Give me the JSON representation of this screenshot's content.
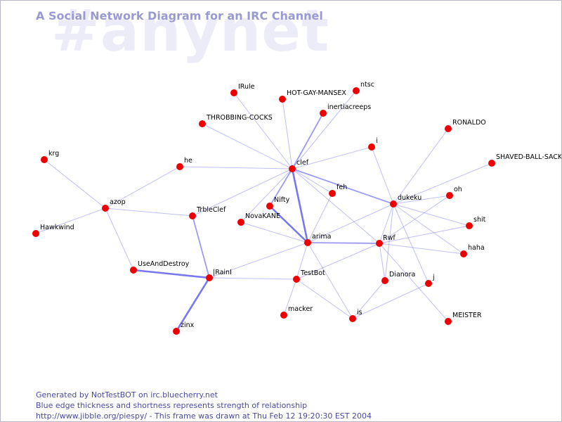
{
  "watermark": "#anynet",
  "title": "A Social Network Diagram for an IRC Channel",
  "footer": {
    "line1": "Generated by NotTestBOT on irc.bluecherry.net",
    "line2": "Blue edge thickness and shortness represents strength of relationship",
    "line3": "http://www.jibble.org/piespy/ - This frame was drawn at Thu Feb 12 19:20:30 EST 2004"
  },
  "colors": {
    "node": "#ee0000",
    "edge": "#7070ee",
    "title": "#9a9ad2",
    "footer": "#4a4aa0",
    "watermark": "#ececf8"
  },
  "nodes": [
    {
      "id": "clef",
      "label": "clef"
    },
    {
      "id": "arima",
      "label": "arima"
    },
    {
      "id": "dukeku",
      "label": "dukeku"
    },
    {
      "id": "rwf",
      "label": "Rwf"
    },
    {
      "id": "raini",
      "label": "|RainI"
    },
    {
      "id": "testbot",
      "label": "TestBot"
    },
    {
      "id": "azop",
      "label": "azop"
    },
    {
      "id": "useanddestroy",
      "label": "UseAndDestroy"
    },
    {
      "id": "zinx",
      "label": "zinx"
    },
    {
      "id": "trbleclef",
      "label": "TrbleClef"
    },
    {
      "id": "he",
      "label": "he"
    },
    {
      "id": "krg",
      "label": "krg"
    },
    {
      "id": "hawkwind",
      "label": "Hawkwind"
    },
    {
      "id": "irule",
      "label": "IRule"
    },
    {
      "id": "hotgay",
      "label": "HOT-GAY-MANSEX"
    },
    {
      "id": "ntsc",
      "label": "ntsc"
    },
    {
      "id": "inertiacreeps",
      "label": "inertiacreeps"
    },
    {
      "id": "throbbing",
      "label": "THROBBING-COCKS"
    },
    {
      "id": "i",
      "label": "i"
    },
    {
      "id": "ronaldo",
      "label": "RONALDO"
    },
    {
      "id": "shaved",
      "label": "SHAVED-BALL-SACK"
    },
    {
      "id": "oh",
      "label": "oh"
    },
    {
      "id": "shit",
      "label": "shit"
    },
    {
      "id": "haha",
      "label": "haha"
    },
    {
      "id": "feh",
      "label": "feh"
    },
    {
      "id": "nifty",
      "label": "Nifty"
    },
    {
      "id": "novakane",
      "label": "NovaKANE"
    },
    {
      "id": "dianora",
      "label": "Dianora"
    },
    {
      "id": "j",
      "label": "j"
    },
    {
      "id": "is",
      "label": "is"
    },
    {
      "id": "macker",
      "label": "macker"
    },
    {
      "id": "meister",
      "label": "MEISTER"
    }
  ],
  "edges": [
    {
      "from": "clef",
      "to": "irule",
      "weight": 1
    },
    {
      "from": "clef",
      "to": "hotgay",
      "weight": 1
    },
    {
      "from": "clef",
      "to": "ntsc",
      "weight": 1
    },
    {
      "from": "clef",
      "to": "inertiacreeps",
      "weight": 2
    },
    {
      "from": "clef",
      "to": "throbbing",
      "weight": 1
    },
    {
      "from": "clef",
      "to": "i",
      "weight": 1
    },
    {
      "from": "clef",
      "to": "he",
      "weight": 1
    },
    {
      "from": "clef",
      "to": "trbleclef",
      "weight": 1
    },
    {
      "from": "clef",
      "to": "feh",
      "weight": 1
    },
    {
      "from": "clef",
      "to": "dukeku",
      "weight": 2
    },
    {
      "from": "clef",
      "to": "nifty",
      "weight": 2
    },
    {
      "from": "clef",
      "to": "novakane",
      "weight": 1
    },
    {
      "from": "clef",
      "to": "arima",
      "weight": 3
    },
    {
      "from": "clef",
      "to": "rwf",
      "weight": 1
    },
    {
      "from": "nifty",
      "to": "arima",
      "weight": 3
    },
    {
      "from": "novakane",
      "to": "arima",
      "weight": 1
    },
    {
      "from": "feh",
      "to": "arima",
      "weight": 1
    },
    {
      "from": "arima",
      "to": "dukeku",
      "weight": 1
    },
    {
      "from": "arima",
      "to": "rwf",
      "weight": 2
    },
    {
      "from": "arima",
      "to": "testbot",
      "weight": 1
    },
    {
      "from": "arima",
      "to": "raini",
      "weight": 1
    },
    {
      "from": "arima",
      "to": "is",
      "weight": 1
    },
    {
      "from": "dukeku",
      "to": "i",
      "weight": 1
    },
    {
      "from": "dukeku",
      "to": "ronaldo",
      "weight": 1
    },
    {
      "from": "dukeku",
      "to": "shaved",
      "weight": 1
    },
    {
      "from": "dukeku",
      "to": "oh",
      "weight": 1
    },
    {
      "from": "dukeku",
      "to": "shit",
      "weight": 1
    },
    {
      "from": "dukeku",
      "to": "haha",
      "weight": 1
    },
    {
      "from": "dukeku",
      "to": "rwf",
      "weight": 1
    },
    {
      "from": "dukeku",
      "to": "dianora",
      "weight": 1
    },
    {
      "from": "dukeku",
      "to": "j",
      "weight": 1
    },
    {
      "from": "rwf",
      "to": "oh",
      "weight": 1
    },
    {
      "from": "rwf",
      "to": "shit",
      "weight": 1
    },
    {
      "from": "rwf",
      "to": "haha",
      "weight": 1
    },
    {
      "from": "rwf",
      "to": "dianora",
      "weight": 1
    },
    {
      "from": "rwf",
      "to": "meister",
      "weight": 1
    },
    {
      "from": "rwf",
      "to": "testbot",
      "weight": 1
    },
    {
      "from": "dianora",
      "to": "is",
      "weight": 1
    },
    {
      "from": "j",
      "to": "is",
      "weight": 1
    },
    {
      "from": "testbot",
      "to": "raini",
      "weight": 1
    },
    {
      "from": "testbot",
      "to": "macker",
      "weight": 1
    },
    {
      "from": "testbot",
      "to": "is",
      "weight": 1
    },
    {
      "from": "raini",
      "to": "zinx",
      "weight": 3
    },
    {
      "from": "raini",
      "to": "useanddestroy",
      "weight": 3
    },
    {
      "from": "raini",
      "to": "trbleclef",
      "weight": 2
    },
    {
      "from": "azop",
      "to": "useanddestroy",
      "weight": 1
    },
    {
      "from": "azop",
      "to": "krg",
      "weight": 1
    },
    {
      "from": "azop",
      "to": "hawkwind",
      "weight": 1
    },
    {
      "from": "azop",
      "to": "he",
      "weight": 1
    },
    {
      "from": "azop",
      "to": "trbleclef",
      "weight": 1
    }
  ]
}
